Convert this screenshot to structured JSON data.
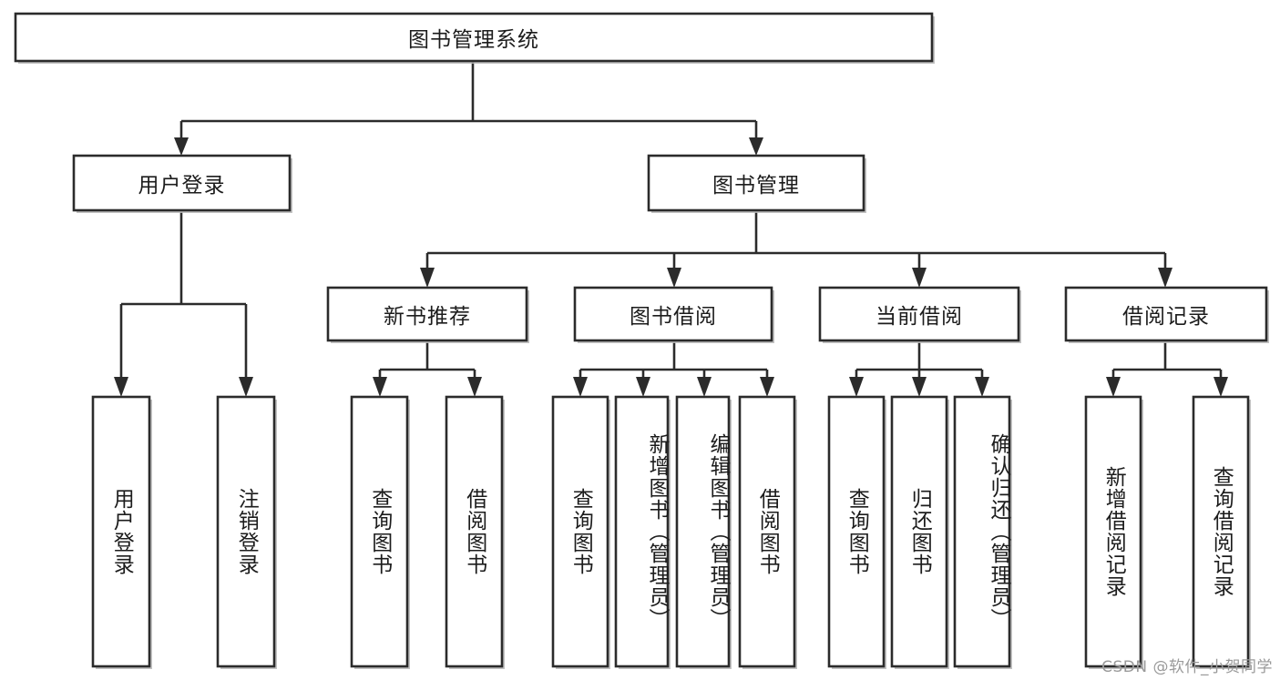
{
  "diagram": {
    "type": "tree",
    "title": "图书管理系统",
    "watermark": "CSDN @软件_小贺同学",
    "colors": {
      "box_stroke": "#2b2b2b",
      "box_fill": "#ffffff",
      "connector": "#2b2b2b",
      "text": "#1c1c1c",
      "watermark": "#9a9a9a",
      "background": "#ffffff"
    },
    "root": {
      "label": "图书管理系统"
    },
    "level2": [
      {
        "label": "用户登录"
      },
      {
        "label": "图书管理"
      }
    ],
    "level3": [
      {
        "label": "新书推荐"
      },
      {
        "label": "图书借阅"
      },
      {
        "label": "当前借阅"
      },
      {
        "label": "借阅记录"
      }
    ],
    "leaves": {
      "user_login": [
        {
          "label": "用户登录"
        },
        {
          "label": "注销登录"
        }
      ],
      "new_book_recommend": [
        {
          "label": "查询图书"
        },
        {
          "label": "借阅图书"
        }
      ],
      "book_borrow": [
        {
          "label": "查询图书"
        },
        {
          "label": "新增图书（管理员）"
        },
        {
          "label": "编辑图书（管理员）"
        },
        {
          "label": "借阅图书"
        }
      ],
      "current_borrow": [
        {
          "label": "查询图书"
        },
        {
          "label": "归还图书"
        },
        {
          "label": "确认归还（管理员）"
        }
      ],
      "borrow_record": [
        {
          "label": "新增借阅记录"
        },
        {
          "label": "查询借阅记录"
        }
      ]
    }
  }
}
